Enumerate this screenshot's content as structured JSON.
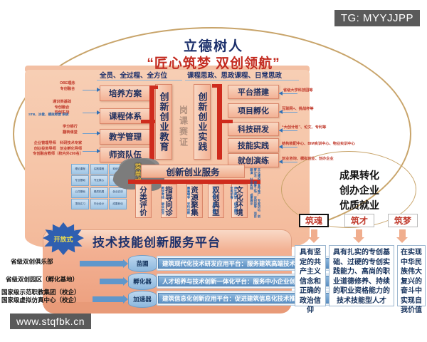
{
  "watermarks": {
    "tg": "TG: MYYJJPP",
    "url": "www.stqfbk.cn"
  },
  "header": {
    "title_main": "立德树人",
    "title_sub": "“匠心筑梦  双创领航”",
    "sub_left": "全员、全过程、全方位",
    "sub_right": "课程思政、思政课程、日常思政"
  },
  "left_column": {
    "chips": [
      {
        "label": "培养方案"
      },
      {
        "label": "课程体系"
      },
      {
        "label": "教学管理"
      },
      {
        "label": "师资队伍"
      }
    ],
    "annotations": [
      "OBE理念\n专创融合",
      "通识类基础\n专创融合\n双创实战",
      "学分银行\n翻转课堂",
      "企业管理导师  科研技术专家\n创业投资导师  创业孵化导师\n专创融合教师（校内外200名）"
    ],
    "annotation_extra": "STB、沙盘、模拟经营 系统"
  },
  "center": {
    "education_label": "创新创业教育",
    "practice_label": "创新创业实践",
    "middle_label": "岗课赛证",
    "service_label": "创新创业服务",
    "cloud_label": "菜单式"
  },
  "right_column": {
    "chips": [
      {
        "label": "平台搭建"
      },
      {
        "label": "项目孵化"
      },
      {
        "label": "科技研发"
      },
      {
        "label": "技能实践"
      },
      {
        "label": "就创演练"
      }
    ],
    "annotations": [
      "省级大学科技园等",
      "互联网+、挑战杯等",
      "“大创计划”、论文、专利等",
      "结构装配中心、BIM实训中心、物业实训中心",
      "创业咨询、模拟创业、创办企业"
    ]
  },
  "service_columns": [
    {
      "label": "分类评价",
      "sub": "教学考核 就业创业"
    },
    {
      "label": "指导问诊",
      "sub": "赛事辅导 学科创新"
    },
    {
      "label": "资源聚集",
      "sub": "政行企校 多方协同"
    },
    {
      "label": "双创典型",
      "sub": "师生典型 校友典范 优秀创客"
    },
    {
      "label": "文化环境",
      "sub": "文化建设 宣传推广 专家讲坛 创客沙龙 创客工场 双创指导 项目路演 社会实践 成果展示"
    }
  ],
  "mini_table": {
    "cells": [
      "理论课程",
      "实践课程",
      "双创课程",
      "专业基础",
      "专业核心",
      "创新实践",
      "公共基础",
      "素质拓展",
      "创业实训",
      "顶岗实习",
      "毕业设计",
      "成果转化"
    ]
  },
  "platform": {
    "badge": "开放式",
    "title": "技术技能创新服务平台",
    "stages": [
      {
        "source": "省级双创俱乐部",
        "cylinder": "苗圃",
        "detail": "建筑现代化技术研发应用平台：服务建筑高端技术发展"
      },
      {
        "source": "省级双创园区（孵化基地）",
        "cylinder": "孵化器",
        "detail": "人才培养与技术创新一体化平台：服务中小企业创新发展"
      },
      {
        "source": "国家级示范职教集团（校企）\n国家级虚拟仿真中心（校企）",
        "source_line1": "国家级示范职教集团（校企）",
        "source_line2": "国家级虚拟仿真中心（校企）",
        "cylinder": "加速器",
        "detail": "建筑信息化创新应用平台：促进建筑信息化技术推广应用"
      }
    ]
  },
  "outcome_ellipse": {
    "line1": "成果转化",
    "line2": "创办企业",
    "line3": "优质就业"
  },
  "goals": [
    {
      "name": "筑魂",
      "text": "具有坚定的共产主义信念和正确的政治信仰"
    },
    {
      "name": "筑才",
      "text": "具有扎实的专创基础、过硬的专创实践能力、高尚的职业道德修养、持续的职业资格能力的技术技能型人才"
    },
    {
      "name": "筑梦",
      "text": "在实现中华民族伟大复兴的奋斗中实现自我价值"
    }
  ],
  "colors": {
    "gold": "#c8a46a",
    "peach": "#f3b99a",
    "red": "#cf2b1d",
    "navy": "#1b2f6b",
    "blue": "#5d90c3"
  }
}
